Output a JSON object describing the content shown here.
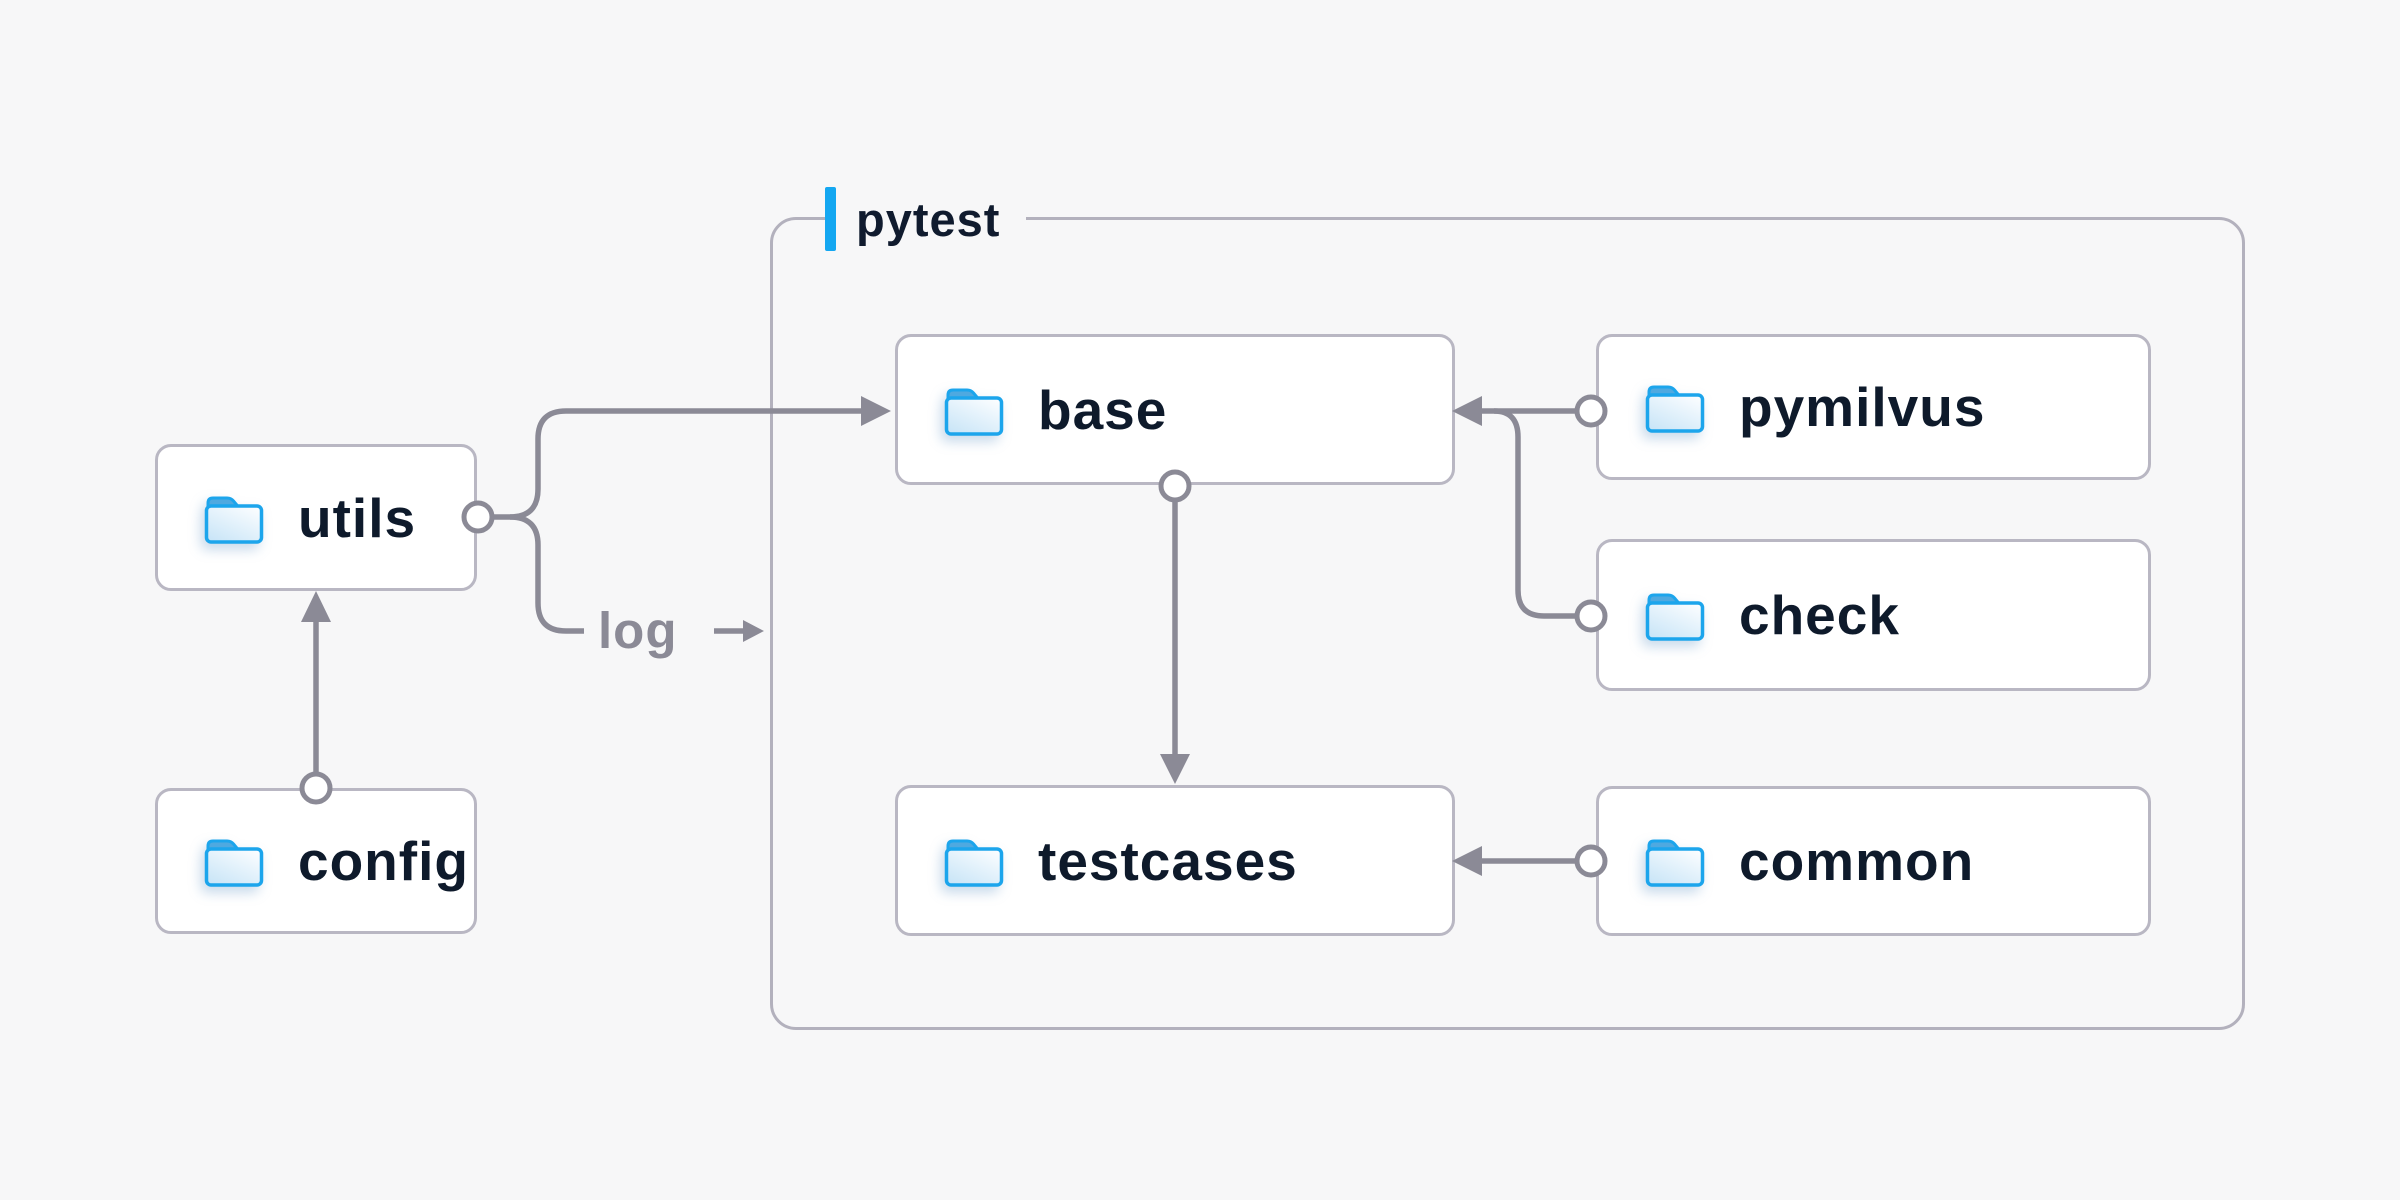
{
  "diagram": {
    "group": {
      "label": "pytest"
    },
    "nodes": [
      {
        "id": "utils",
        "label": "utils",
        "group": null
      },
      {
        "id": "config",
        "label": "config",
        "group": null
      },
      {
        "id": "base",
        "label": "base",
        "group": "pytest"
      },
      {
        "id": "pymilvus",
        "label": "pymilvus",
        "group": "pytest"
      },
      {
        "id": "check",
        "label": "check",
        "group": "pytest"
      },
      {
        "id": "testcases",
        "label": "testcases",
        "group": "pytest"
      },
      {
        "id": "common",
        "label": "common",
        "group": "pytest"
      }
    ],
    "edges": [
      {
        "from": "config",
        "to": "utils",
        "label": ""
      },
      {
        "from": "utils",
        "to": "base",
        "label": ""
      },
      {
        "from": "utils",
        "to": "pytest",
        "label": "log"
      },
      {
        "from": "pymilvus",
        "to": "base",
        "label": ""
      },
      {
        "from": "check",
        "to": "base",
        "label": ""
      },
      {
        "from": "base",
        "to": "testcases",
        "label": ""
      },
      {
        "from": "common",
        "to": "testcases",
        "label": ""
      }
    ],
    "edge_label": "log",
    "icons": {
      "node_icon": "folder-icon"
    },
    "colors": {
      "background": "#f7f7f8",
      "node_background": "#ffffff",
      "node_border": "#b9b7c3",
      "group_border": "#b3b1bd",
      "connector": "#8b8a96",
      "label_text": "#0e1a2b",
      "accent": "#14a7f1",
      "folder_blue": "#1ca5ec"
    }
  }
}
